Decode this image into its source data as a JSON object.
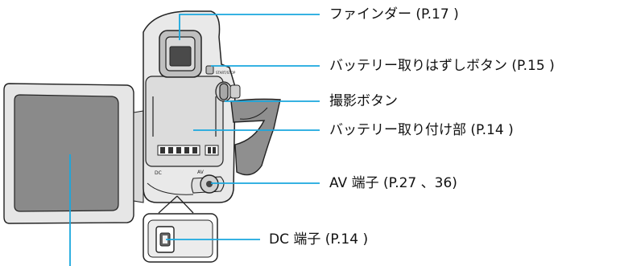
{
  "colors": {
    "leader": "#1aa7de",
    "body_fill": "#e9e9e9",
    "panel_fill": "#8a8a8a",
    "outline": "#222222",
    "background": "#ffffff"
  },
  "camera": {
    "body_small_label": "DC",
    "jack_small_label": "AV",
    "button_small_label": "START/STOP"
  },
  "callouts": [
    {
      "id": "viewfinder",
      "text": "ファインダー (P.17 )"
    },
    {
      "id": "battery-release",
      "text": "バッテリー取りはずしボタン (P.15 )"
    },
    {
      "id": "record-button",
      "text": "撮影ボタン"
    },
    {
      "id": "battery-mount",
      "text": "バッテリー取り付け部 (P.14 )"
    },
    {
      "id": "av-jack",
      "text": "AV 端子 (P.27 、36)"
    },
    {
      "id": "dc-jack",
      "text": "DC 端子 (P.14 )"
    }
  ]
}
